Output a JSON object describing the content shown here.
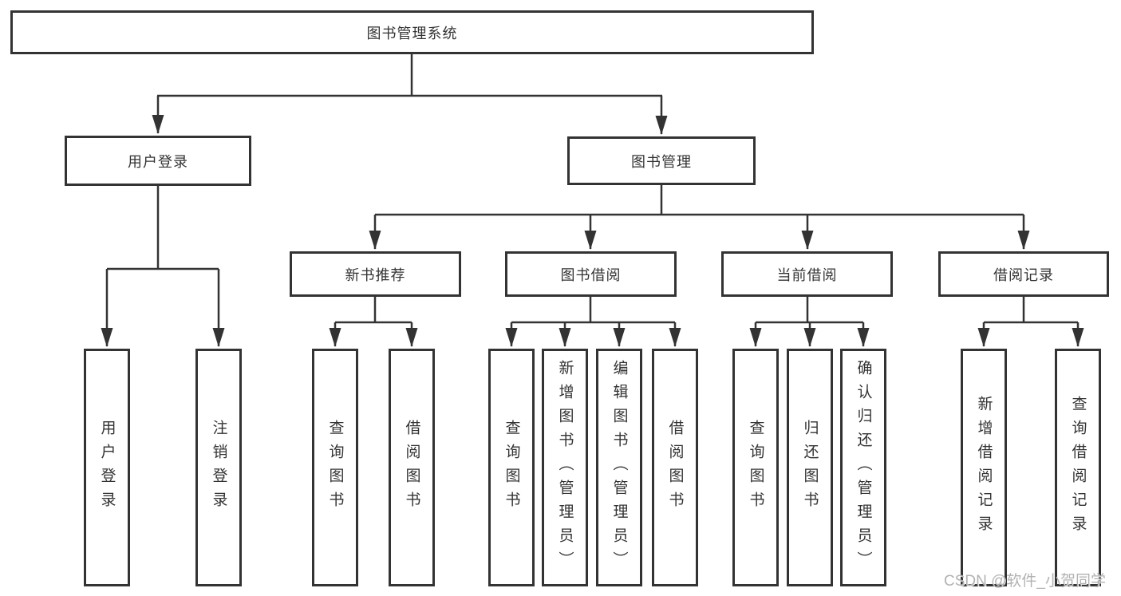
{
  "diagram": {
    "root": {
      "label": "图书管理系统"
    },
    "branches": [
      {
        "label": "用户登录",
        "leaves": [
          "用户登录",
          "注销登录"
        ]
      },
      {
        "label": "图书管理",
        "groups": [
          {
            "label": "新书推荐",
            "leaves": [
              "查询图书",
              "借阅图书"
            ]
          },
          {
            "label": "图书借阅",
            "leaves": [
              "查询图书",
              "新增图书（管理员）",
              "编辑图书（管理员）",
              "借阅图书"
            ]
          },
          {
            "label": "当前借阅",
            "leaves": [
              "查询图书",
              "归还图书",
              "确认归还（管理员）"
            ]
          },
          {
            "label": "借阅记录",
            "leaves": [
              "新增借阅记录",
              "查询借阅记录"
            ]
          }
        ]
      }
    ]
  },
  "watermark": {
    "text": "CSDN @软件_小贺同学"
  },
  "colors": {
    "line": "#333333",
    "border": "#333333",
    "text": "#333333",
    "watermark": "#b2b2b2",
    "background": "#ffffff"
  }
}
